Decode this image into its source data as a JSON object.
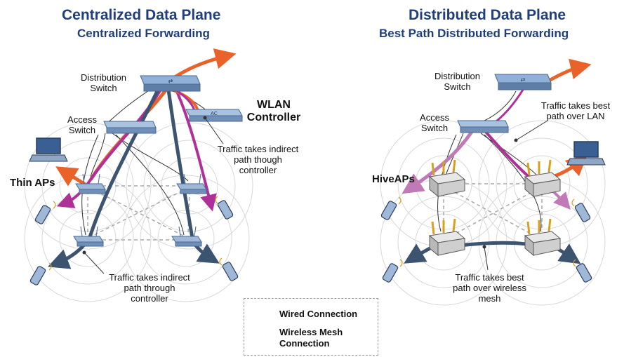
{
  "left": {
    "title": "Centralized Data Plane",
    "subtitle": "Centralized Forwarding",
    "distribution_switch": "Distribution Switch",
    "access_switch": "Access Switch",
    "wlan_controller": "WLAN Controller",
    "thin_aps": "Thin APs",
    "note_controller": "Traffic takes indirect path though controller",
    "note_bottom": "Traffic takes indirect path through controller"
  },
  "right": {
    "title": "Distributed Data Plane",
    "subtitle": "Best Path Distributed Forwarding",
    "distribution_switch": "Distribution Switch",
    "access_switch": "Access Switch",
    "hive_aps": "HiveAPs",
    "note_lan": "Traffic takes best path over LAN",
    "note_mesh": "Traffic takes best path over wireless mesh"
  },
  "legend": {
    "wired": "Wired Connection",
    "wireless": "Wireless Mesh Connection"
  },
  "colors": {
    "title": "#1f3e7a",
    "orange": "#e8622a",
    "magenta": "#b0309a",
    "purple_light": "#b87ab0",
    "slate": "#3c5470",
    "switch": "#6f8fb8"
  }
}
